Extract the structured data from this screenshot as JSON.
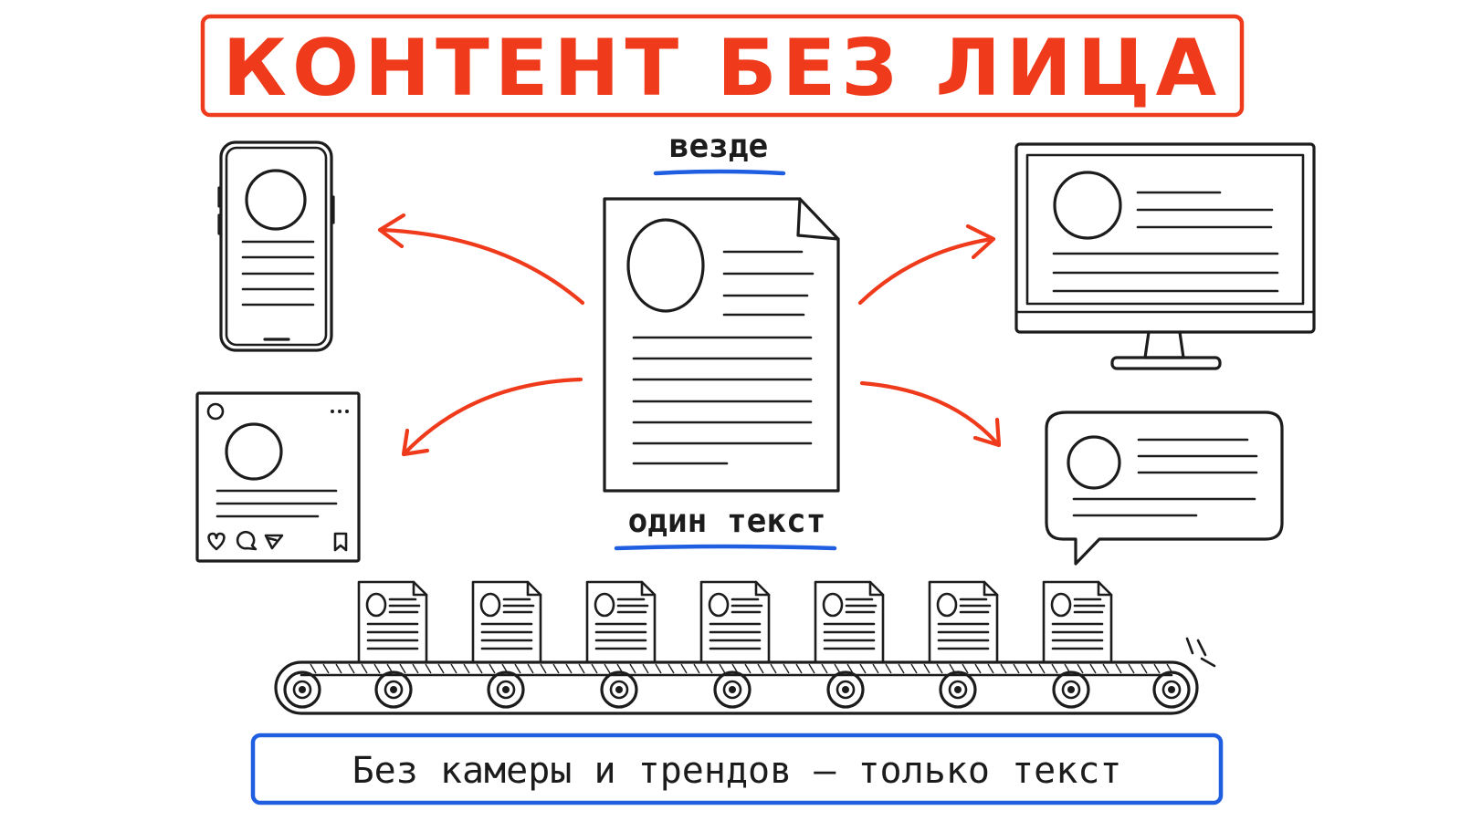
{
  "title": "КОНТЕНТ БЕЗ ЛИЦА",
  "label_top": "везде",
  "label_bottom": "один текст",
  "footer": "Без камеры и трендов — только текст",
  "colors": {
    "accent_red": "#ef3b1c",
    "accent_blue": "#1f5ee0",
    "ink": "#1c1c1c"
  },
  "icons": [
    "document-icon",
    "phone-icon",
    "social-post-icon",
    "monitor-icon",
    "chat-bubble-icon",
    "conveyor-belt-icon",
    "heart-icon",
    "comment-icon",
    "send-icon",
    "bookmark-icon"
  ],
  "conveyor_document_count": 7
}
